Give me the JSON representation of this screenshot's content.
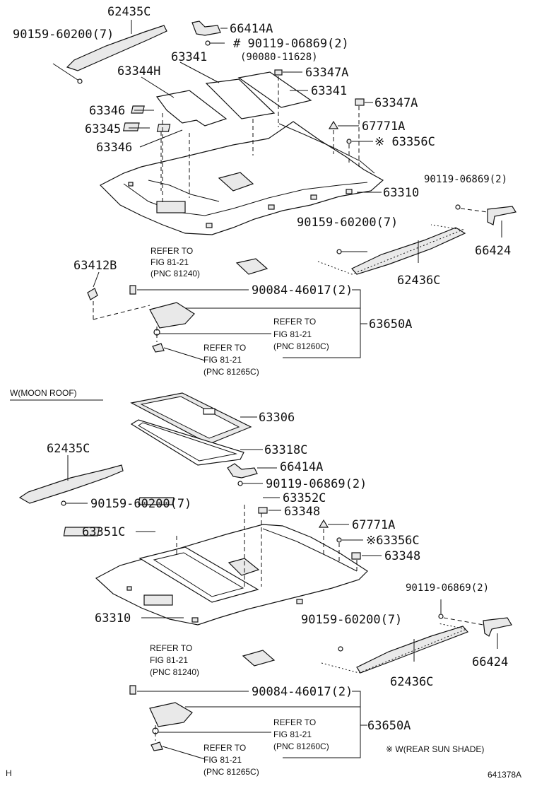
{
  "diagram": {
    "footer_left": "H",
    "footer_right": "641378A",
    "note": "※ W(REAR SUN SHADE)",
    "section_moon_roof": "W(MOON ROOF)",
    "top": {
      "p62435C": "62435C",
      "p90159_a": "90159-60200(7)",
      "p66414A": "66414A",
      "p90119_hash": "# 90119-06869(2)",
      "p90080": "(90080-11628)",
      "p63341_a": "63341",
      "p63344H": "63344H",
      "p63347A_a": "63347A",
      "p63341_b": "63341",
      "p63346_a": "63346",
      "p63347A_b": "63347A",
      "p63345": "63345",
      "p67771A": "67771A",
      "p63346_b": "63346",
      "p63356C": "※ 63356C",
      "p90119_b": "90119-06869(2)",
      "p63310": "63310",
      "p90159_b": "90159-60200(7)",
      "p66424": "66424",
      "refer1_a": "REFER TO",
      "refer1_b": "FIG 81-21",
      "refer1_c": "(PNC 81240)",
      "p63412B": "63412B",
      "p62436C": "62436C",
      "p90084": "90084-46017(2)",
      "refer2_a": "REFER TO",
      "refer2_b": "FIG  81-21",
      "refer2_c": "(PNC 81260C)",
      "p63650A": "63650A",
      "refer3_a": "REFER TO",
      "refer3_b": "FIG  81-21",
      "refer3_c": "(PNC 81265C)"
    },
    "bottom": {
      "p63306": "63306",
      "p62435C": "62435C",
      "p63318C": "63318C",
      "p66414A": "66414A",
      "p90119_a": "90119-06869(2)",
      "p90159_a": "90159-60200(7)",
      "p63352C": "63352C",
      "p63348_a": "63348",
      "p63351C": "63351C",
      "p67771A": "67771A",
      "p63356C": "※63356C",
      "p63348_b": "63348",
      "p90119_b": "90119-06869(2)",
      "p63310": "63310",
      "p90159_b": "90159-60200(7)",
      "p66424": "66424",
      "refer1_a": "REFER TO",
      "refer1_b": "FIG  81-21",
      "refer1_c": "(PNC 81240)",
      "p62436C": "62436C",
      "p90084": "90084-46017(2)",
      "refer2_a": "REFER TO",
      "refer2_b": "FIG  81-21",
      "refer2_c": "(PNC 81260C)",
      "p63650A": "63650A",
      "refer3_a": "REFER TO",
      "refer3_b": "FIG  81-21",
      "refer3_c": "(PNC 81265C)"
    }
  }
}
